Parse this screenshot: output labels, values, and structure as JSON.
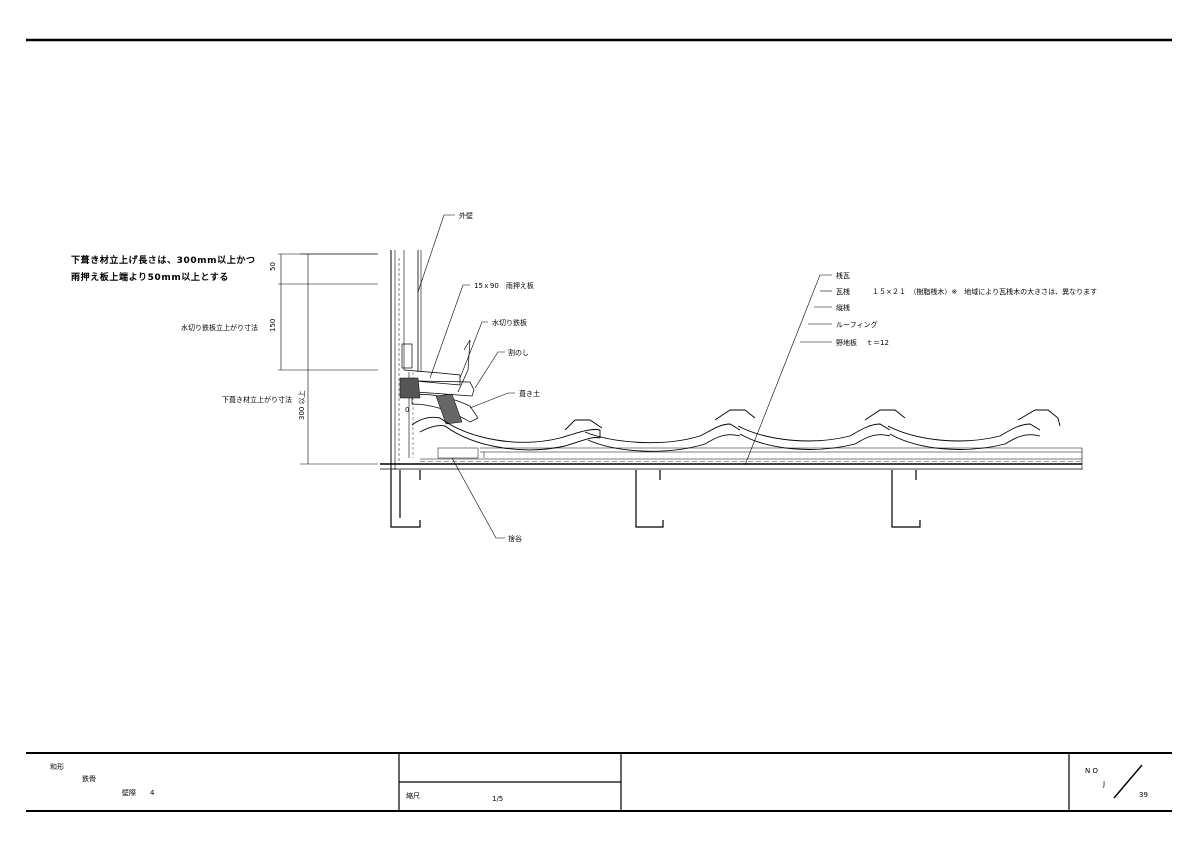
{
  "notes": {
    "line1": "下葺き材立上げ長さは、300mm以上かつ",
    "line2": "雨押え板上端より50mm以上とする"
  },
  "dimensions": {
    "d50": "50",
    "d150": "150",
    "d300": "300 以上",
    "label_flashing": "水切り鉄板立上がり寸法",
    "label_underlay": "下葺き材立上がり寸法"
  },
  "labels": {
    "outer_wall": "外壁",
    "rain_board": "15ｘ90　雨押え板",
    "flashing": "水切り鉄板",
    "noshi": "割のし",
    "mortar": "葺き土",
    "eaves_gutter": "捨谷",
    "flat_tile": "桟瓦",
    "batten": "瓦桟",
    "batten_size": "１５×２１　（樹脂桟木）※　地域により瓦桟木の大きさは、異なります",
    "vertical_batten": "縦桟",
    "roofing": "ルーフィング",
    "sheathing": "野地板",
    "sheathing_t": "ｔ＝12"
  },
  "title_block": {
    "line1": "和形",
    "line2": "鉄骨",
    "line3_label": "壁際",
    "line3_value": "4",
    "scale_label": "縮尺",
    "scale_value": "1/5",
    "no_label": "N O",
    "no_j": "J",
    "no_value": "39"
  }
}
